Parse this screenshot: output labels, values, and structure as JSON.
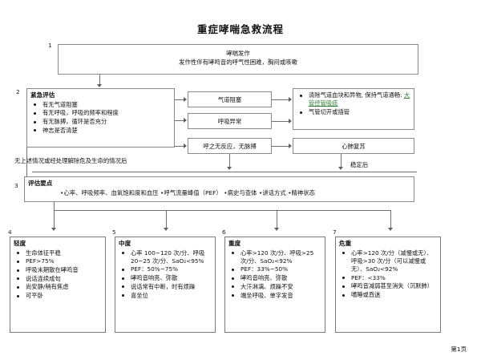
{
  "document": {
    "title": "重症哮喘急救流程",
    "page_label": "第1页"
  },
  "indices": {
    "n1": "1",
    "n2": "2",
    "n3": "3",
    "n4": "4",
    "n5": "5",
    "n6": "6",
    "n7": "7"
  },
  "step1": {
    "line1": "哮喘发作",
    "line2": "发作性伴有哮鸣音的呼气性困难，胸闷或咳嗽"
  },
  "step2": {
    "title": "紧急评估",
    "items": [
      "有无气道阻塞",
      "有无呼吸，呼吸的频率和程度",
      "有无脉搏，循环是否充分",
      "神志是否清楚"
    ]
  },
  "findings": {
    "airway": "气道阻塞",
    "breathing": "呼吸异常",
    "circulation": "呼之无反应，无脉搏"
  },
  "actions": {
    "airway_items_prefix": "清除气道血块和异物, 保持气道通畅: ",
    "airway_highlight": "大管径管吸痰",
    "airway_item2": "气管切开或插管",
    "cpr": "心肺复苏"
  },
  "transitions": {
    "left_note": "无上述情况或经处理解除危及生命的情况后",
    "right_note": "稳定后"
  },
  "step3": {
    "title": "评估要点",
    "content": "•心率、呼吸频率、血氧饱和度和血压 •呼气流量峰值（PEF） •病史与查体 •讲话方式 •精神状态"
  },
  "severity": [
    {
      "level": "轻度",
      "items": [
        "生命体征平稳",
        "PEF>75%",
        "呼吸末期散在哮鸣音",
        "说话连续成句",
        "尚安静/稍有焦虑",
        "可平卧"
      ]
    },
    {
      "level": "中度",
      "items": [
        "心率 100~120 次/分、呼吸 20~25 次/分、SaO₂<95%",
        "PEF：50%~75%",
        "哮鸣音响亮、弥散",
        "说话常有中断，时有烦躁",
        "喜坐位"
      ]
    },
    {
      "level": "重度",
      "items": [
        "心率>120 次/分、呼吸>25 次/分、SaO₂<92%",
        "PEF：33%~50%",
        "哮鸣音响亮、弥散",
        "大汗淋漓、烦躁不安",
        "端坐呼吸、单字发音"
      ]
    },
    {
      "level": "危重",
      "items": [
        "心率>120 次/分（减慢或无）、呼吸>30 次/分（可以减慢或无）、SaO₂<92%",
        "PEF：<33%",
        "哮鸣音减弱甚至消失（沉默肺）",
        "嗜睡或昏迷"
      ]
    }
  ],
  "colors": {
    "border": "#8a8a8a",
    "connector": "#6f6f6f",
    "highlight": "#2e7d32",
    "text": "#111111"
  }
}
